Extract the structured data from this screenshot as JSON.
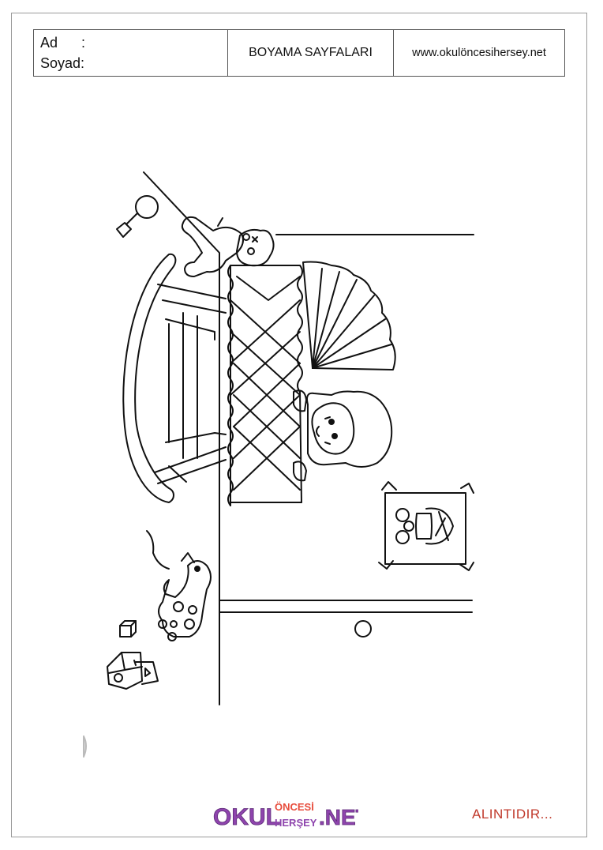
{
  "header": {
    "ad_label": "Ad      :",
    "soyad_label": "Soyad:",
    "title": "BOYAMA SAYFALARI",
    "website": "www.okulöncesihersey.net"
  },
  "footer": {
    "logo": {
      "okul": "OKUL",
      "oncesi": "ÖNCESİ",
      "hersey": "HERŞEY",
      "net": ".NET"
    },
    "note": "ALINTIDIR..."
  },
  "colors": {
    "ink": "#111111",
    "logo_purple": "#8e44ad",
    "logo_red": "#e74c3c",
    "note_red": "#c0392b"
  }
}
